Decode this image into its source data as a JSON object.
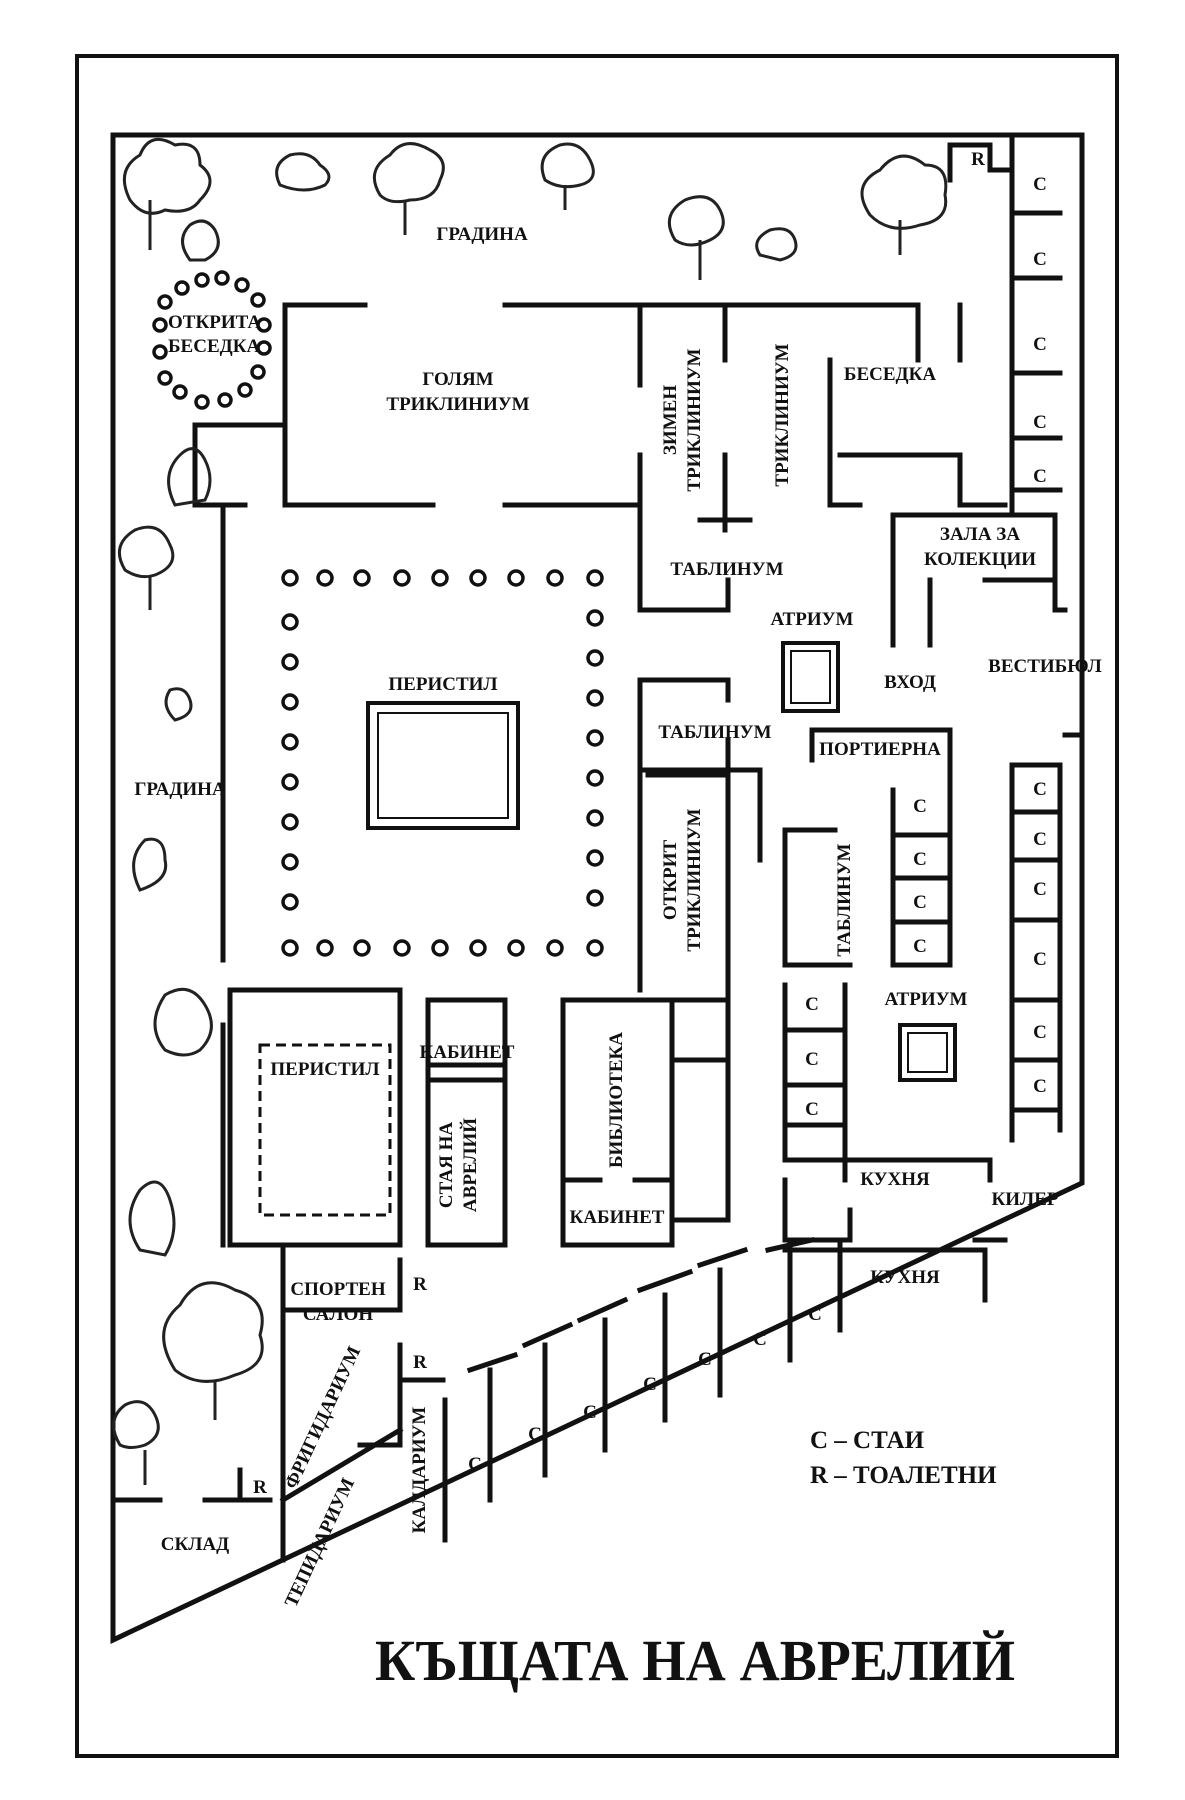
{
  "title": "КЪЩАТА НА АВРЕЛИЙ",
  "legend": {
    "c": "C – СТАИ",
    "r": "R – ТОАЛЕТНИ"
  },
  "rooms": {
    "garden_top": "ГРАДИНА",
    "garden_left": "ГРАДИНА",
    "open_arbor_1": "ОТКРИТА",
    "open_arbor_2": "БЕСЕДКА",
    "great_tric_1": "ГОЛЯМ",
    "great_tric_2": "ТРИКЛИНИУМ",
    "winter_tric_1": "ЗИМЕН",
    "winter_tric_2": "ТРИКЛИНИУМ",
    "tric": "ТРИКЛИНИУМ",
    "arbor": "БЕСЕДКА",
    "hall_1": "ЗАЛА ЗА",
    "hall_2": "КОЛЕКЦИИ",
    "tablinum_1": "ТАБЛИНУМ",
    "atrium_1": "АТРИУМ",
    "entrance": "ВХОД",
    "vestibule": "ВЕСТИБЮЛ",
    "peristyle_1": "ПЕРИСТИЛ",
    "tablinum_2": "ТАБЛИНУМ",
    "porter": "ПОРТИЕРНА",
    "open_tric_1": "ОТКРИТ",
    "open_tric_2": "ТРИКЛИНИУМ",
    "tablinum_3": "ТАБЛИНУМ",
    "atrium_2": "АТРИУМ",
    "peristyle_2": "ПЕРИСТИЛ",
    "study_1": "КАБИНЕТ",
    "aurelius_1": "СТАЯ НА",
    "aurelius_2": "АВРЕЛИЙ",
    "library": "БИБЛИОТЕКА",
    "study_2": "КАБИНЕТ",
    "kitchen_1": "КУХНЯ",
    "kitchen_2": "КУХНЯ",
    "pantry": "КИЛЕР",
    "gym_1": "СПОРТЕН",
    "gym_2": "САЛОН",
    "frigidarium": "ФРИГИДАРИУМ",
    "tepidarium": "ТЕПИДАРИУМ",
    "caldarium": "КАЛДАРИУМ",
    "storage": "СКЛАД"
  },
  "marks": {
    "room": "C",
    "toilet": "R"
  }
}
